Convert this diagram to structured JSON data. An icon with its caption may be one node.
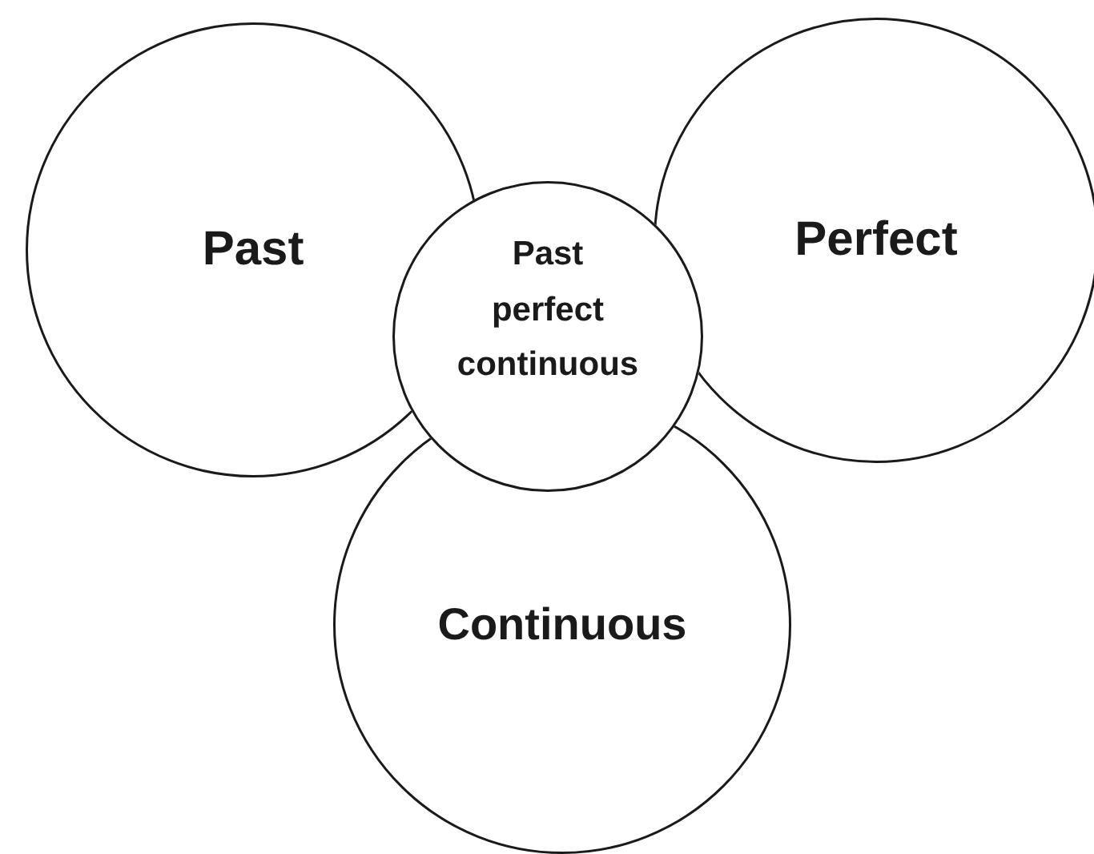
{
  "diagram": {
    "nodes": [
      {
        "text": [
          "Past"
        ]
      },
      {
        "text": [
          "Perfect"
        ]
      },
      {
        "text": [
          "Past perfect continuous"
        ]
      },
      {
        "text": [
          "Continuous"
        ]
      }
    ]
  }
}
